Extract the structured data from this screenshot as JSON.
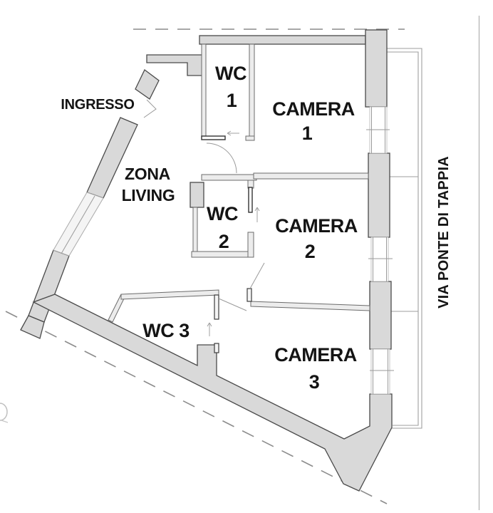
{
  "labels": {
    "ingresso": "INGRESSO",
    "zona_line1": "ZONA",
    "zona_line2": "LIVING",
    "wc1_line1": "WC",
    "wc1_line2": "1",
    "camera1_line1": "CAMERA",
    "camera1_line2": "1",
    "wc2_line1": "WC",
    "wc2_line2": "2",
    "camera2_line1": "CAMERA",
    "camera2_line2": "2",
    "wc3": "WC 3",
    "camera3_line1": "CAMERA",
    "camera3_line2": "3",
    "street": "VIA PONTE DI TAPPIA"
  },
  "door_markers": {
    "wc1": "arrow-left-icon",
    "wc2": "arrow-up-icon",
    "wc3": "arrow-up-icon"
  },
  "colors": {
    "wall_fill": "#d9d9d9",
    "wall_stroke": "#4a4a4a",
    "thin_wall_fill": "#ececec",
    "light_line": "#9a9a9a",
    "dashed_boundary": "#8c8c8c",
    "text": "#141414",
    "background": "#ffffff"
  }
}
